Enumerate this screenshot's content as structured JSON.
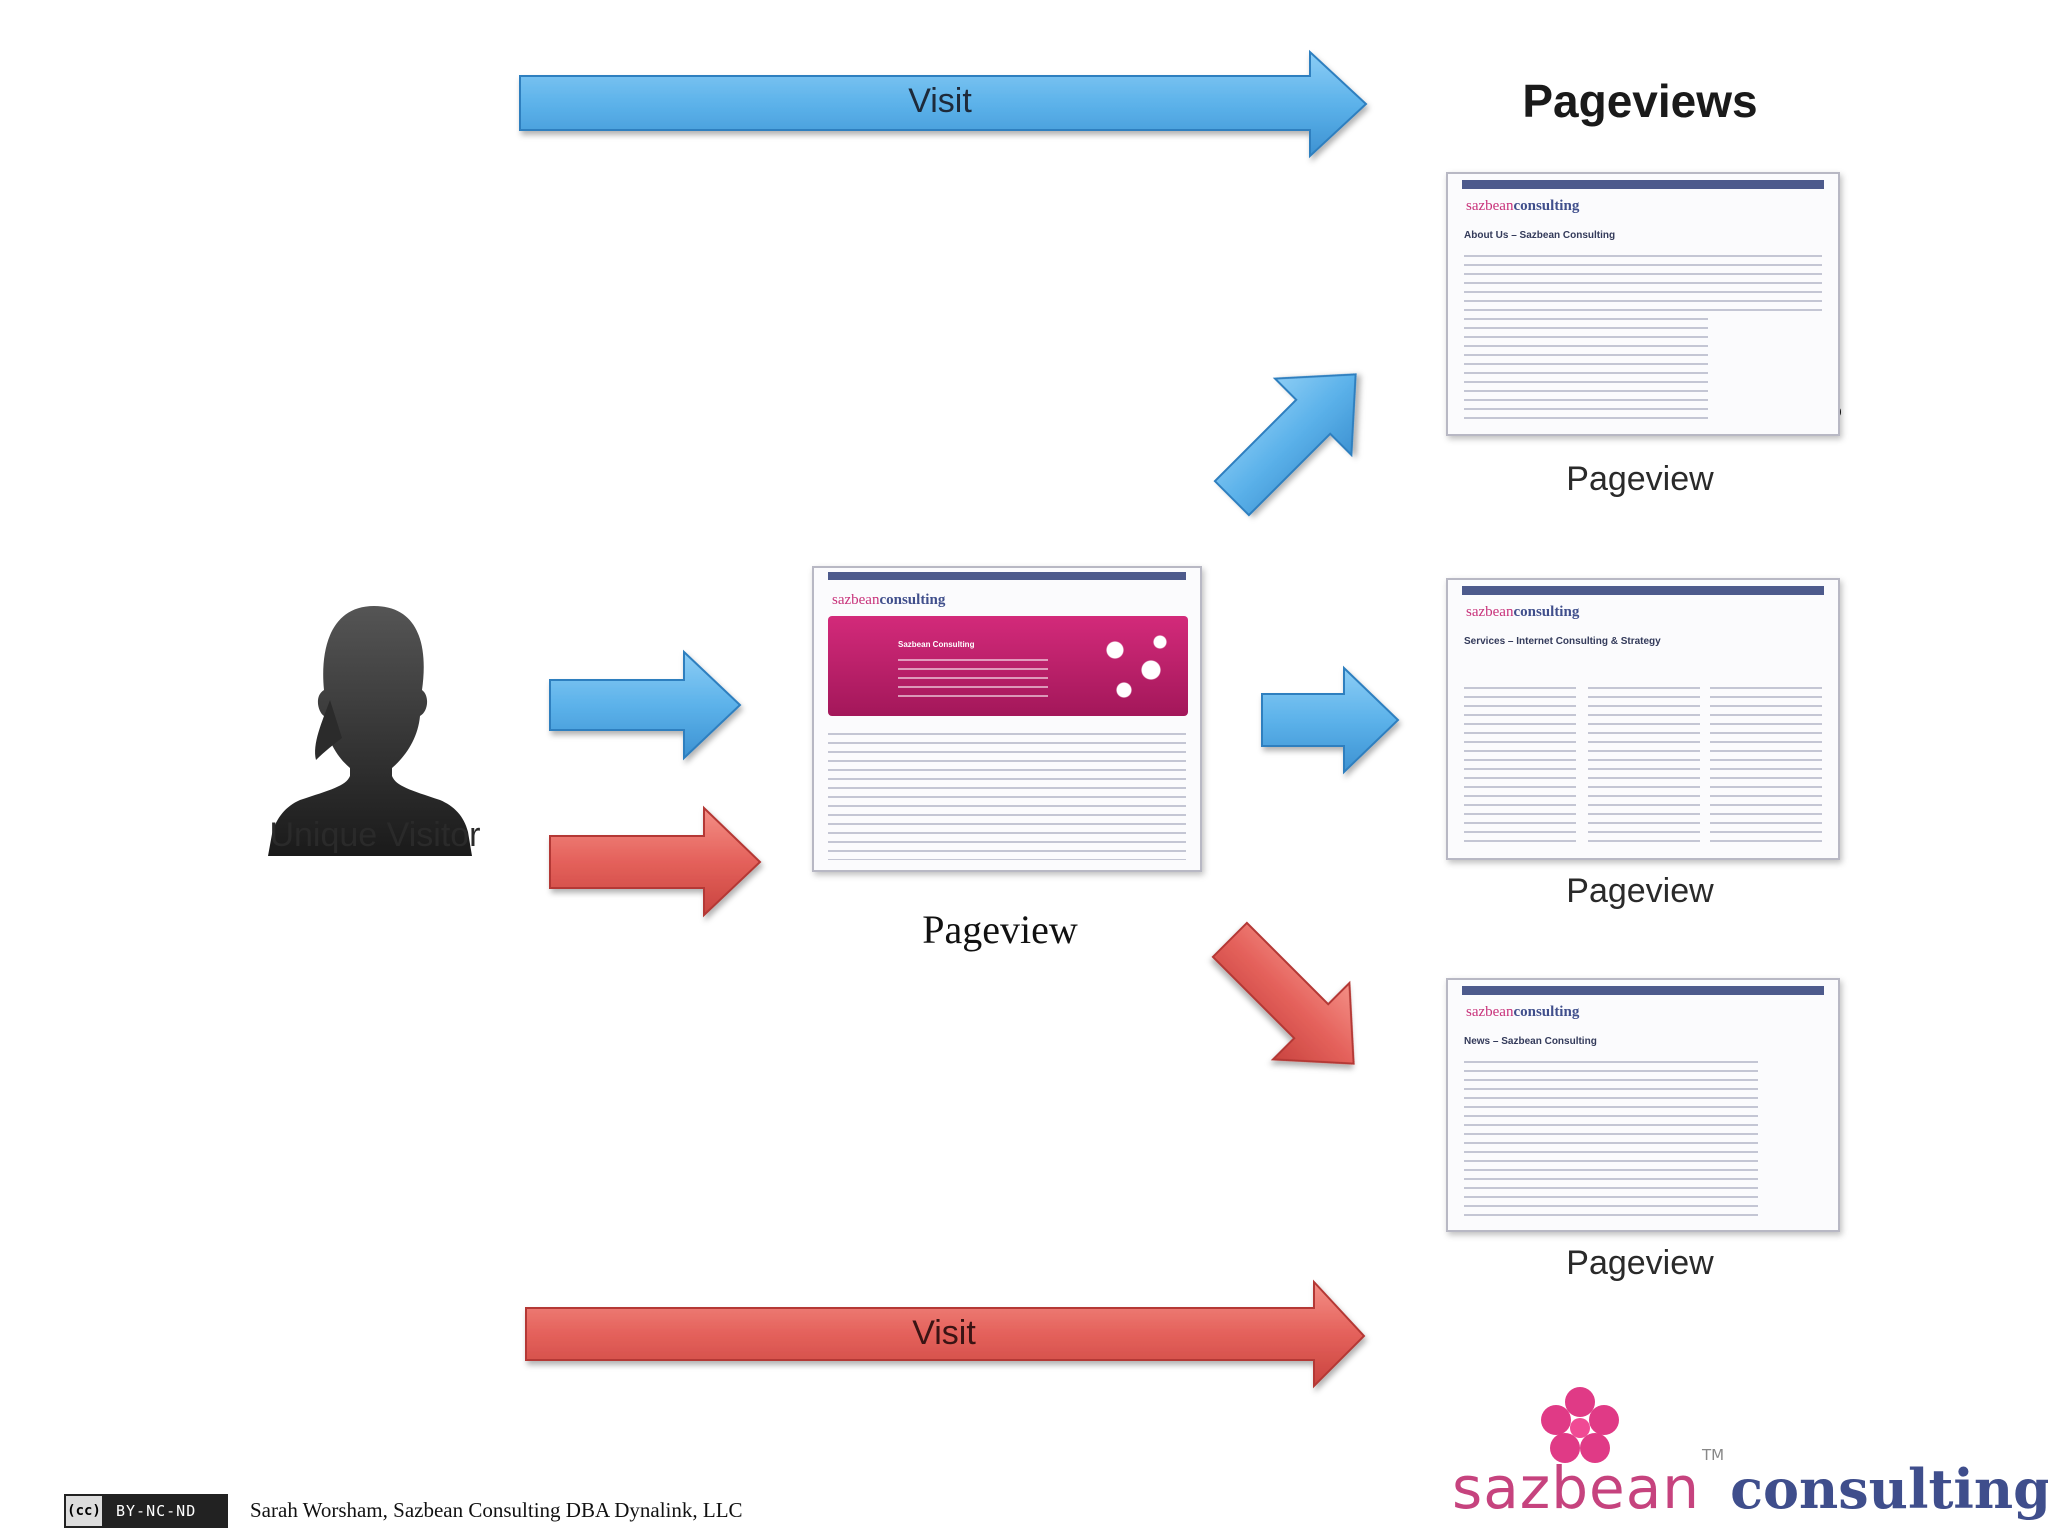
{
  "diagram": {
    "visit_top_label": "Visit",
    "visit_bottom_label": "Visit",
    "pageviews_title": "Pageviews",
    "unique_visitor_label": "Unique Visitor",
    "center_pageview_label": "Pageview",
    "pageview_labels": [
      "Pageview",
      "Pageview",
      "Pageview"
    ],
    "colors": {
      "blue_arrow": "#5fb4ea",
      "red_arrow": "#e8625c",
      "brand_pink": "#d63a83",
      "brand_navy": "#3f4e8c"
    }
  },
  "thumbnails": {
    "logo_text_a": "sazbean",
    "logo_text_b": "consulting",
    "about_title": "About Us – Sazbean Consulting",
    "services_title": "Services – Internet Consulting & Strategy",
    "news_title": "News – Sazbean Consulting",
    "home_banner_title": "Sazbean Consulting",
    "icons": [
      "magnifying-glass-icon",
      "microphone-icon",
      "flower-icon"
    ]
  },
  "footer": {
    "license": "BY-NC-ND",
    "license_mark": "(cc)",
    "credit": "Sarah Worsham, Sazbean Consulting DBA Dynalink, LLC",
    "brand_logo_a": "sazbean",
    "brand_logo_b": "consulting",
    "brand_tm": "TM"
  }
}
